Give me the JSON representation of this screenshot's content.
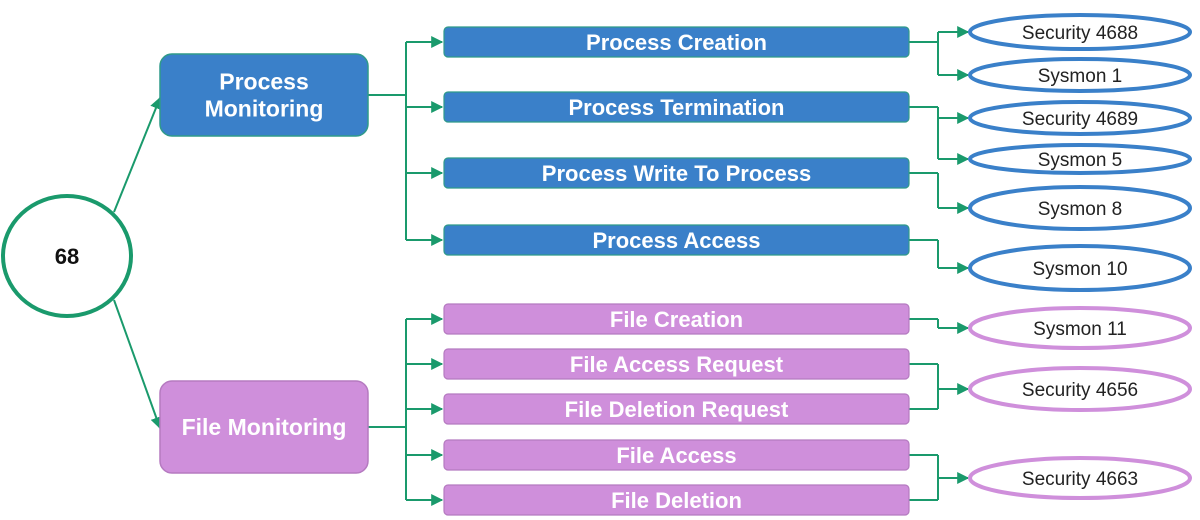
{
  "colors": {
    "connector": "#1a9a6c",
    "root_ring": "#1a9a6c",
    "process_fill": "#3a80c9",
    "process_stroke": "#2f9a8a",
    "file_fill": "#cf8fdb",
    "file_stroke": "#b57ac0",
    "event_process_ring": "#3a80c9",
    "event_file_ring": "#cf8fdb"
  },
  "root": {
    "label": "68"
  },
  "categories": [
    {
      "id": "process",
      "label_lines": [
        "Process",
        "Monitoring"
      ],
      "theme": "process",
      "subnodes": [
        {
          "label": "Process Creation",
          "events": [
            "Security 4688",
            "Sysmon 1"
          ]
        },
        {
          "label": "Process Termination",
          "events": [
            "Security 4689",
            "Sysmon 5"
          ]
        },
        {
          "label": "Process Write To Process",
          "events": [
            "Sysmon 8"
          ]
        },
        {
          "label": "Process Access",
          "events": [
            "Sysmon 10"
          ]
        }
      ]
    },
    {
      "id": "file",
      "label_lines": [
        "File Monitoring"
      ],
      "theme": "file",
      "subnodes": [
        {
          "label": "File Creation",
          "events": [
            "Sysmon 11"
          ]
        },
        {
          "label": "File Access Request",
          "events": [
            "Security 4656"
          ]
        },
        {
          "label": "File Deletion Request",
          "events": [
            "Security 4656"
          ]
        },
        {
          "label": "File Access",
          "events": [
            "Security 4663"
          ]
        },
        {
          "label": "File Deletion",
          "events": [
            "Security 4663"
          ]
        }
      ]
    }
  ],
  "events": [
    {
      "label": "Security 4688",
      "theme": "process"
    },
    {
      "label": "Sysmon 1",
      "theme": "process"
    },
    {
      "label": "Security 4689",
      "theme": "process"
    },
    {
      "label": "Sysmon 5",
      "theme": "process"
    },
    {
      "label": "Sysmon 8",
      "theme": "process"
    },
    {
      "label": "Sysmon 10",
      "theme": "process"
    },
    {
      "label": "Sysmon 11",
      "theme": "file"
    },
    {
      "label": "Security 4656",
      "theme": "file"
    },
    {
      "label": "Security 4663",
      "theme": "file"
    }
  ]
}
